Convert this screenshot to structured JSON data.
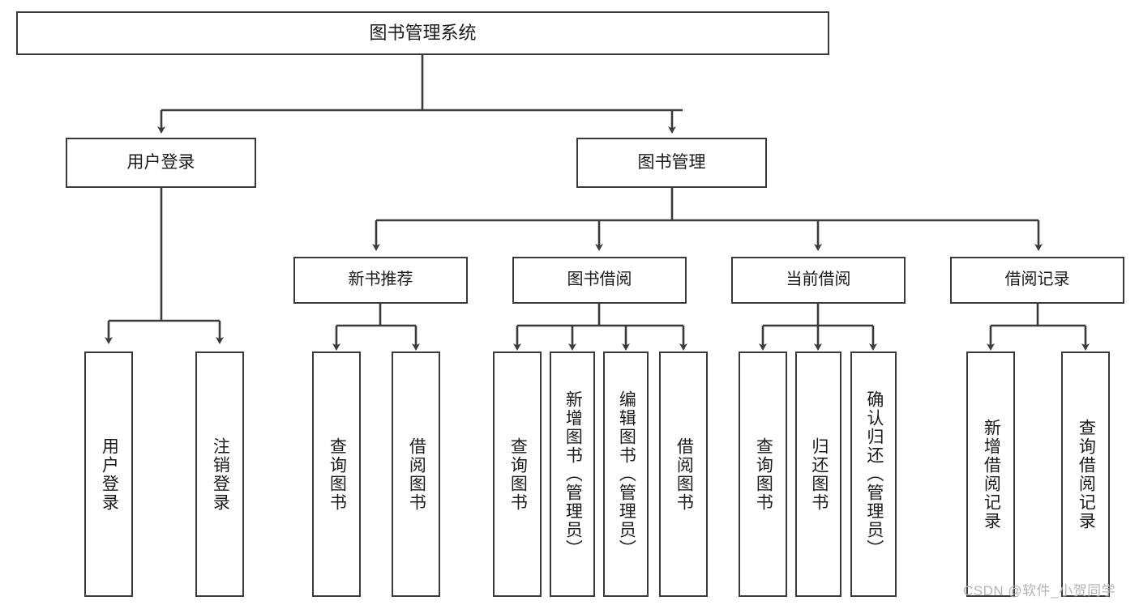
{
  "diagram": {
    "title": "图书管理系统",
    "type": "hierarchy-tree",
    "root": {
      "id": "root",
      "label": "图书管理系统"
    },
    "level2": [
      {
        "id": "user-login",
        "label": "用户登录"
      },
      {
        "id": "book-manage",
        "label": "图书管理"
      }
    ],
    "level3": [
      {
        "id": "new-book-rec",
        "label": "新书推荐",
        "parent": "book-manage"
      },
      {
        "id": "book-borrow",
        "label": "图书借阅",
        "parent": "book-manage"
      },
      {
        "id": "current-borrow",
        "label": "当前借阅",
        "parent": "book-manage"
      },
      {
        "id": "borrow-record",
        "label": "借阅记录",
        "parent": "book-manage"
      }
    ],
    "leaves": [
      {
        "id": "leaf-user-login",
        "label": "用户登录",
        "parent": "user-login"
      },
      {
        "id": "leaf-logout",
        "label": "注销登录",
        "parent": "user-login"
      },
      {
        "id": "leaf-query-book-1",
        "label": "查询图书",
        "parent": "new-book-rec"
      },
      {
        "id": "leaf-borrow-book-1",
        "label": "借阅图书",
        "parent": "new-book-rec"
      },
      {
        "id": "leaf-query-book-2",
        "label": "查询图书",
        "parent": "book-borrow"
      },
      {
        "id": "leaf-add-book",
        "label": "新增图书（管理员）",
        "parent": "book-borrow"
      },
      {
        "id": "leaf-edit-book",
        "label": "编辑图书（管理员）",
        "parent": "book-borrow"
      },
      {
        "id": "leaf-borrow-book-2",
        "label": "借阅图书",
        "parent": "book-borrow"
      },
      {
        "id": "leaf-query-book-3",
        "label": "查询图书",
        "parent": "current-borrow"
      },
      {
        "id": "leaf-return-book",
        "label": "归还图书",
        "parent": "current-borrow"
      },
      {
        "id": "leaf-confirm-return",
        "label": "确认归还（管理员）",
        "parent": "current-borrow"
      },
      {
        "id": "leaf-add-record",
        "label": "新增借阅记录",
        "parent": "borrow-record"
      },
      {
        "id": "leaf-query-record",
        "label": "查询借阅记录",
        "parent": "borrow-record"
      }
    ],
    "watermark": "CSDN @软件_小贺同学",
    "colors": {
      "stroke": "#3a3a3a",
      "fill": "#ffffff",
      "text": "#1b1b1b",
      "watermark": "#b4b4b4"
    }
  }
}
